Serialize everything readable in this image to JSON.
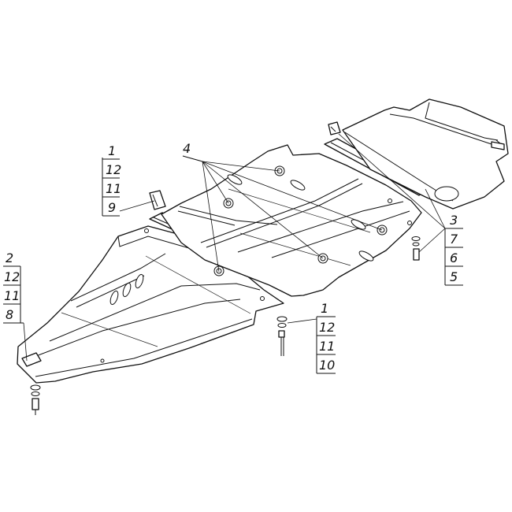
{
  "callouts": [
    {
      "id": "top-left",
      "labels": [
        "1",
        "12",
        "11",
        "9"
      ]
    },
    {
      "id": "left",
      "labels": [
        "2",
        "12",
        "11",
        "8"
      ]
    },
    {
      "id": "center-parts",
      "labels": [
        "4"
      ]
    },
    {
      "id": "right",
      "labels": [
        "3",
        "7",
        "6",
        "5"
      ]
    },
    {
      "id": "bottom",
      "labels": [
        "1",
        "12",
        "11",
        "10"
      ]
    }
  ]
}
